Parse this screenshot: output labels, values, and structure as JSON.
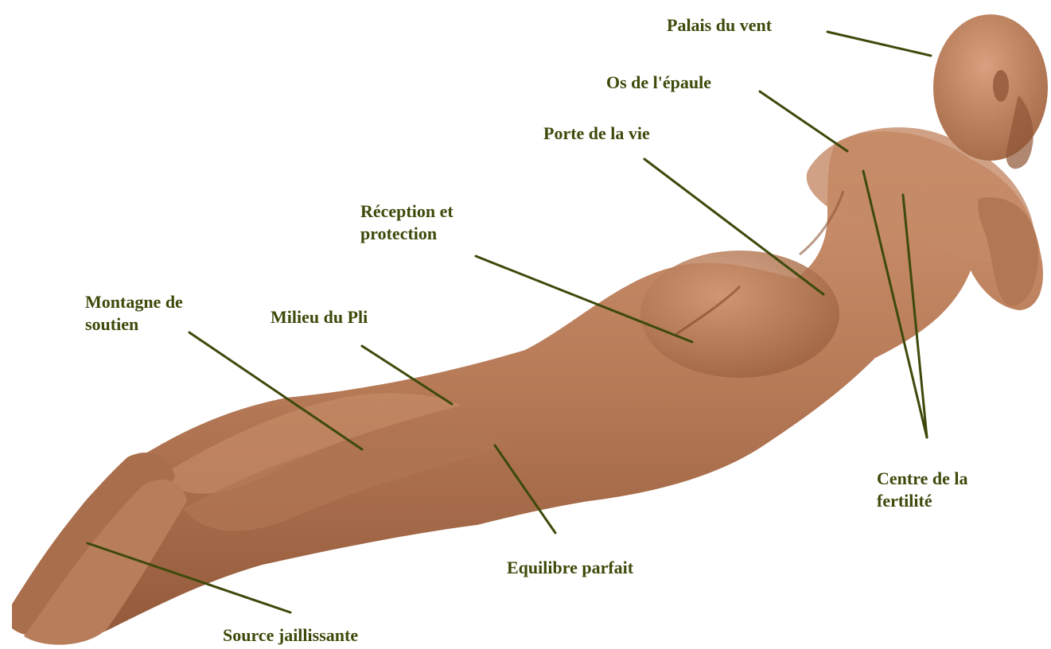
{
  "colors": {
    "label_text": "#3c4a0a",
    "leader_line": "#3d4a0b",
    "skin": "#b67d5a",
    "skin_shadow": "#8a5538",
    "skin_highlight": "#d9a07c",
    "background": "#ffffff"
  },
  "labels": {
    "palais_du_vent": "Palais du vent",
    "os_epaule": "Os de l'épaule",
    "porte_vie": "Porte de la vie",
    "reception_1": "Réception et",
    "reception_2": "protection",
    "montagne_1": "Montagne de",
    "montagne_2": "soutien",
    "milieu_pli": "Milieu du Pli",
    "centre_1": "Centre de la",
    "centre_2": "fertilité",
    "equilibre": "Equilibre parfait",
    "source": "Source jaillissante"
  }
}
